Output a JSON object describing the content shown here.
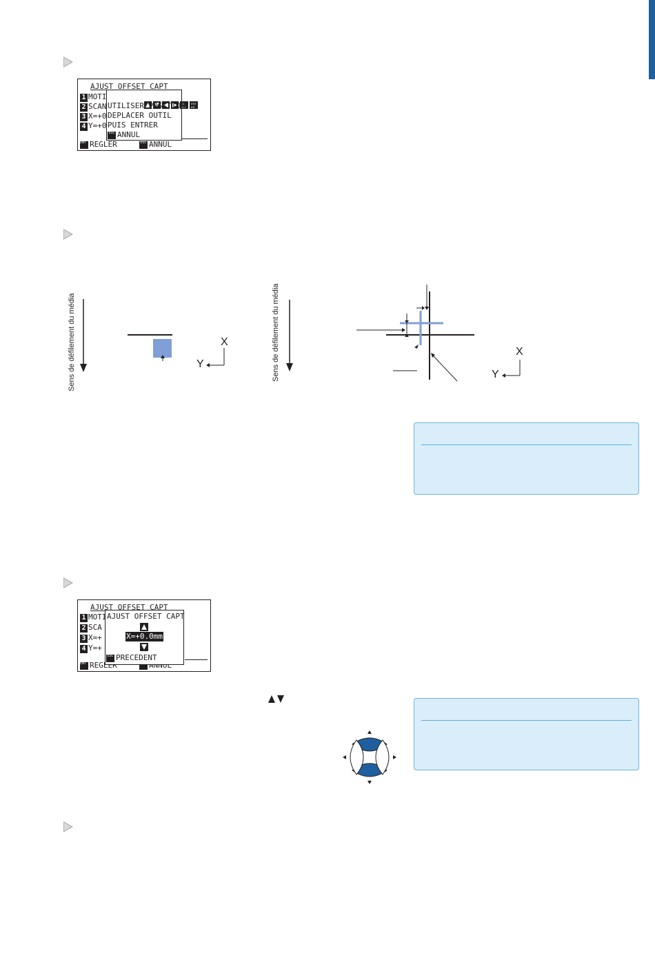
{
  "lcd1": {
    "title": "AJUST OFFSET CAPT",
    "menu": [
      {
        "num": "1",
        "text": "MOTI"
      },
      {
        "num": "2",
        "text": "SCAN"
      },
      {
        "num": "3",
        "text": "X=+0"
      },
      {
        "num": "4",
        "text": "Y=+0"
      }
    ],
    "popup_lines": [
      "UTILISER POSITION",
      "DEPLACER OUTIL",
      "PUIS ENTRER"
    ],
    "popup_cancel": "ANNUL",
    "footer_left": "REGLER",
    "footer_right": "ANNUL",
    "key_enter": "ENT ER",
    "key_esc": "ESC"
  },
  "diagram": {
    "media_direction_label": "Sens de défilement du média",
    "axis_x": "X",
    "axis_y": "Y"
  },
  "lcd2": {
    "title": "AJUST OFFSET CAPT",
    "menu": [
      {
        "num": "1",
        "text": "MOTI"
      },
      {
        "num": "2",
        "text": "SCA"
      },
      {
        "num": "3",
        "text": "X=+"
      },
      {
        "num": "4",
        "text": "Y=+"
      }
    ],
    "popup_title": "AJUST OFFSET CAPT",
    "popup_value": "X=+0.0mm",
    "popup_back": "PRECEDENT",
    "footer_left": "REGLER",
    "footer_right": "ANNUL"
  },
  "colors": {
    "accent_blue": "#7f9fd6",
    "note_bg": "#d9eefa",
    "note_border": "#6fb3e0",
    "key_blue": "#1f5fa0"
  }
}
